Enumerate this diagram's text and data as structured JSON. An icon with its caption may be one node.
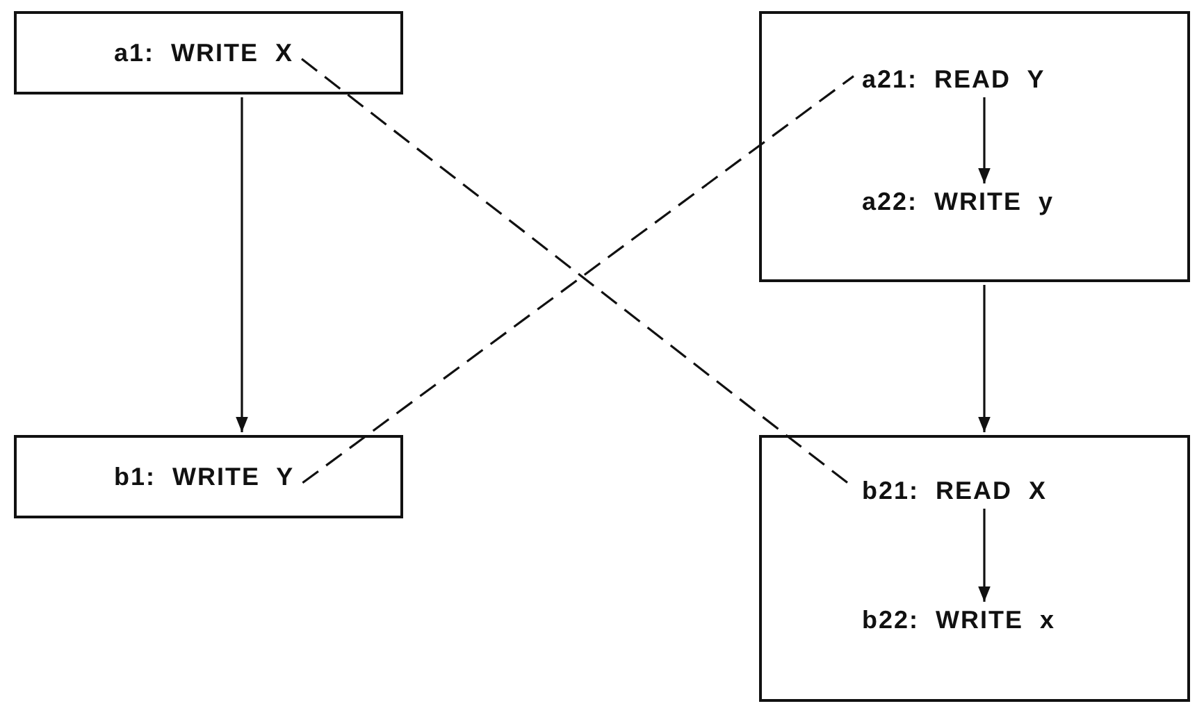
{
  "diagram": {
    "nodes": [
      {
        "text": [],
        "shape": "box"
      },
      {
        "text": [
          "a1: WRITE X"
        ],
        "in": 0
      },
      {
        "text": [],
        "shape": "box"
      },
      {
        "text": [
          "a21: READ Y"
        ],
        "in": 2
      },
      {
        "text": [
          "a22: WRITE y"
        ],
        "in": 2
      },
      {
        "text": [],
        "shape": "box"
      },
      {
        "text": [
          "b1: WRITE Y"
        ],
        "in": 5
      },
      {
        "text": [],
        "shape": "box"
      },
      {
        "text": [
          "b21: READ X"
        ],
        "in": 7
      },
      {
        "text": [
          "b22: WRITE x"
        ],
        "in": 7
      }
    ],
    "edges": [
      {
        "from": 0,
        "to": 5,
        "arrow": "to"
      },
      {
        "from": 2,
        "to": 7,
        "arrow": "to"
      },
      {
        "from": 3,
        "to": 4,
        "arrow": "to"
      },
      {
        "from": 8,
        "to": 9,
        "arrow": "to"
      },
      {
        "from": 1,
        "to": 8,
        "arrow": "none",
        "style": "dashed"
      },
      {
        "from": 6,
        "to": 3,
        "arrow": "none",
        "style": "dashed"
      }
    ]
  }
}
